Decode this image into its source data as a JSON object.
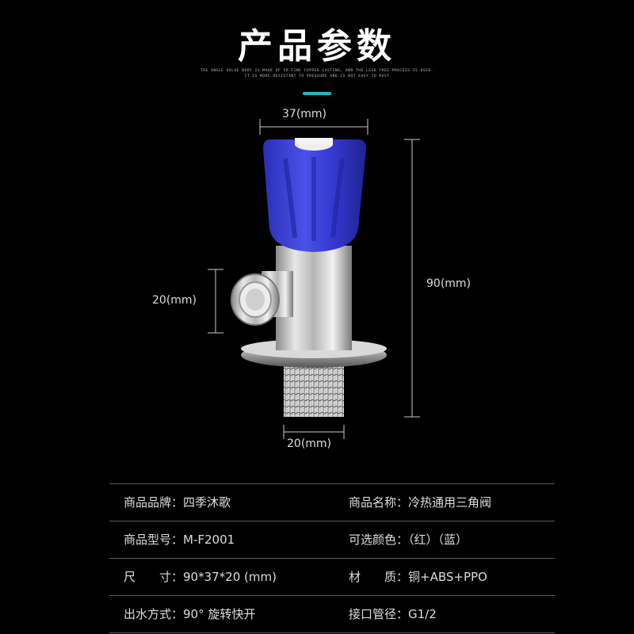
{
  "header": {
    "title": "产品参数",
    "subtitle_lines": [
      "THE ANGLE VALVE BODY IS MADE OF 59 FINE COPPER CASTING, AND THE LEAD FREE PROCESS IS USED.",
      "IT IS MORE RESISTANT TO PRESSURE AND IS NOT EASY TO RUST"
    ]
  },
  "dimensions": {
    "top_width": "37(mm)",
    "side_outlet": "20(mm)",
    "total_height": "90(mm)",
    "bottom_width": "20(mm)"
  },
  "product": {
    "handle_color": "#3b3fd6",
    "body_color": "#c8c8c8"
  },
  "specs": [
    {
      "left": "商品品牌：四季沐歌",
      "right": "商品名称：冷热通用三角阀"
    },
    {
      "left": "商品型号：M-F2001",
      "right": "可选颜色：（红）（蓝）"
    },
    {
      "left": "尺　　寸：90*37*20 (mm)",
      "right": "材　　质：铜+ABS+PPO"
    },
    {
      "left": "出水方式：90°  旋转快开",
      "right": "接口管径：G1/2"
    }
  ]
}
